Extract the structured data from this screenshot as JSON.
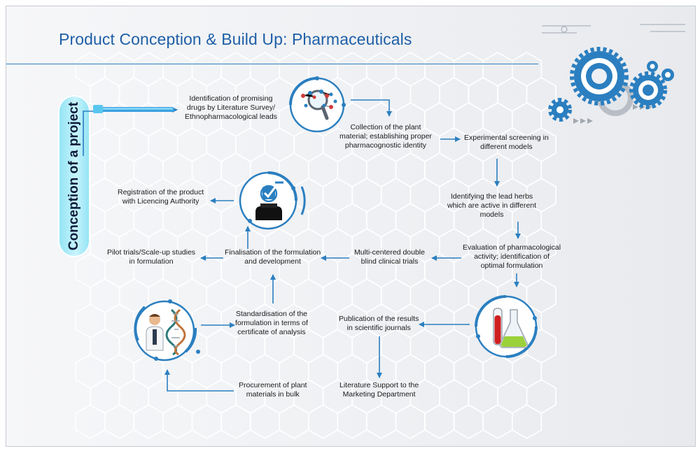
{
  "title": "Product Conception & Build Up: Pharmaceuticals",
  "vertical_label": "Conception of a project",
  "steps": {
    "identification": [
      "Identification of promising",
      "drugs by Literature Survey/",
      "Ethnopharmacological leads"
    ],
    "collection": [
      "Collection of the plant",
      "material; establishing proper",
      "pharmacognostic identity"
    ],
    "screening": [
      "Experimental screening in",
      "different models"
    ],
    "lead_herbs": [
      "Identifying the lead herbs",
      "which are active in different",
      "models"
    ],
    "evaluation": [
      "Evaluation of pharmacological",
      "activity; identification of",
      "optimal formulation"
    ],
    "clinical": [
      "Multi-centered double",
      "blind clinical trials"
    ],
    "finalisation": [
      "Finalisation of the formulation",
      "and development"
    ],
    "pilot": [
      "Pilot trials/Scale-up studies",
      "in formulation"
    ],
    "registration": [
      "Registration of the product",
      "with Licencing Authority"
    ],
    "standardisation": [
      "Standardisation of the",
      "formulation in terms of",
      "certificate of analysis"
    ],
    "publication": [
      "Publication of the results",
      "in scientific journals"
    ],
    "literature_support": [
      "Literature Support to the",
      "Marketing Department"
    ],
    "procurement": [
      "Procurement of plant",
      "materials in bulk"
    ]
  },
  "icons": [
    "molecule-magnifier-icon",
    "approval-checkmark-icon",
    "scientist-dna-icon",
    "lab-flask-icon",
    "gears-icon"
  ],
  "colors": {
    "accent": "#2b7fc0",
    "title": "#1f5fa6",
    "pill": "#a6ecf8",
    "text": "#1a1a1a"
  }
}
